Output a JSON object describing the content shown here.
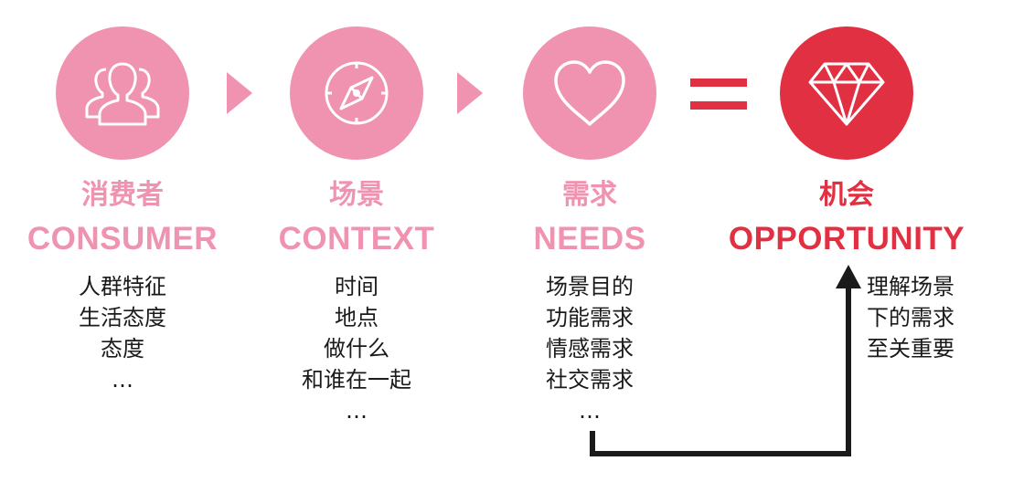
{
  "colors": {
    "pink": "#ef93b0",
    "pink_text": "#ef93b0",
    "red": "#e23043",
    "red_text": "#e23043",
    "arrow_line": "#1a1a1a",
    "desc_text": "#1a1a1a"
  },
  "steps": [
    {
      "icon": "group-people-icon",
      "title_cn": "消费者",
      "title_en": "CONSUMER",
      "lines": [
        "人群特征",
        "生活态度",
        "态度",
        "…"
      ]
    },
    {
      "icon": "compass-icon",
      "title_cn": "场景",
      "title_en": "CONTEXT",
      "lines": [
        "时间",
        "地点",
        "做什么",
        "和谁在一起",
        "…"
      ]
    },
    {
      "icon": "heart-icon",
      "title_cn": "需求",
      "title_en": "NEEDS",
      "lines": [
        "场景目的",
        "功能需求",
        "情感需求",
        "社交需求",
        "…"
      ]
    },
    {
      "icon": "diamond-icon",
      "title_cn": "机会",
      "title_en": "OPPORTUNITY",
      "lines": [
        "理解场景",
        "下的需求",
        "至关重要"
      ]
    }
  ]
}
